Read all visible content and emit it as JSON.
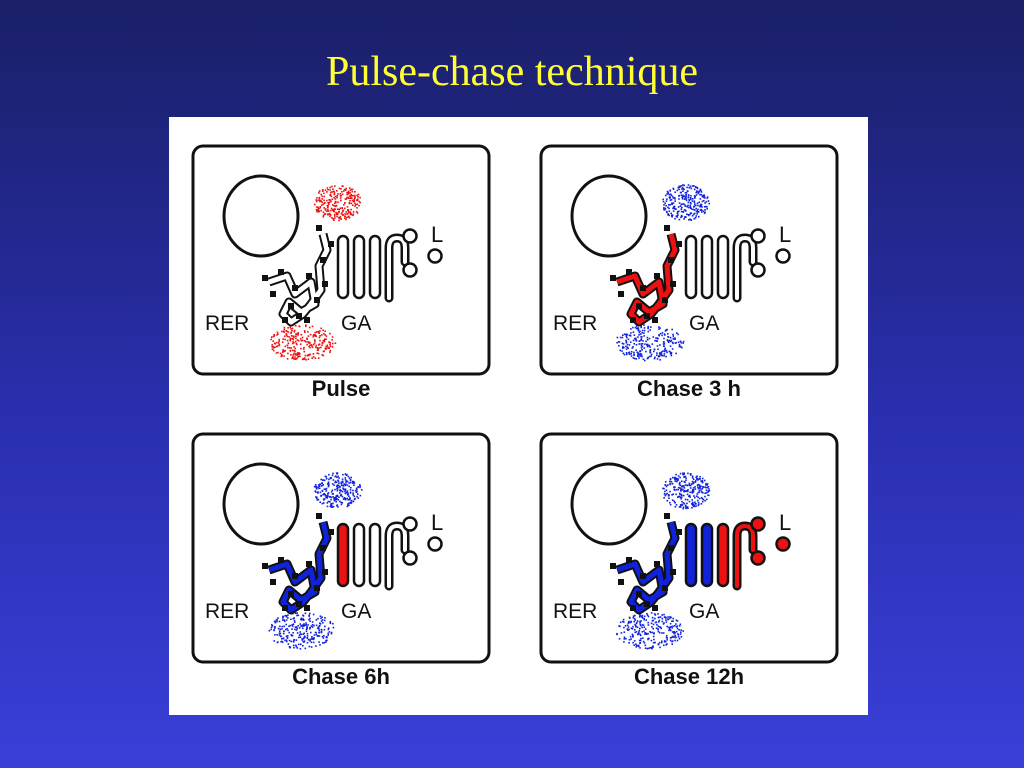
{
  "slide": {
    "title": "Pulse-chase technique"
  },
  "labels": {
    "rer": "RER",
    "ga": "GA",
    "lysosome": "L"
  },
  "colors": {
    "red": "#ee1111",
    "blue": "#1122dd",
    "black": "#111111"
  },
  "panels": [
    {
      "caption": "Pulse",
      "cloud_color": "red",
      "rer_fill": "white",
      "golgi": [
        "none",
        "none",
        "none",
        "none"
      ],
      "lysosomes": "none"
    },
    {
      "caption": "Chase 3 h",
      "cloud_color": "blue",
      "rer_fill": "red",
      "golgi": [
        "none",
        "none",
        "none",
        "none"
      ],
      "lysosomes": "none"
    },
    {
      "caption": "Chase 6h",
      "cloud_color": "blue",
      "rer_fill": "blue",
      "golgi": [
        "red",
        "none",
        "none",
        "none"
      ],
      "lysosomes": "none"
    },
    {
      "caption": "Chase 12h",
      "cloud_color": "blue",
      "rer_fill": "blue",
      "golgi": [
        "blue",
        "blue",
        "red",
        "red"
      ],
      "lysosomes": "red"
    }
  ]
}
